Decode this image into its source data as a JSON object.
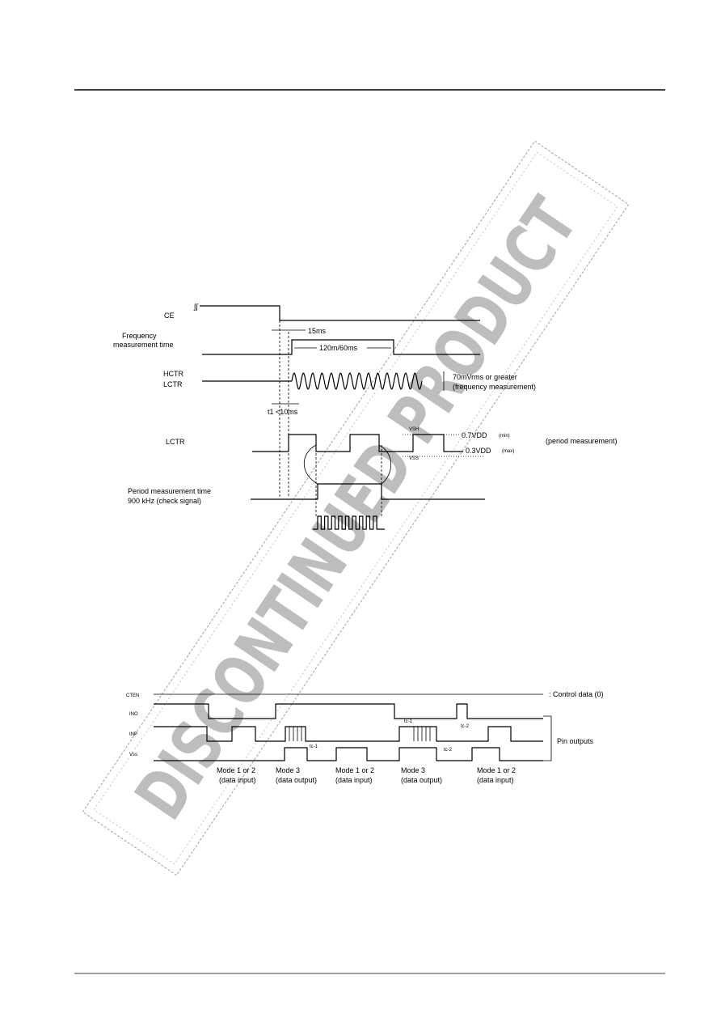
{
  "watermark": {
    "text": "DISCONTINUED PRODUCT"
  },
  "timing_top": {
    "ce": "CE",
    "freq_time_1": "Frequency",
    "freq_time_2": "measurement time",
    "t_15ms": "15ms",
    "t_120": "120m/60ms",
    "hctr": "HCTR",
    "lctr": "LCTR",
    "amp_1": "70mVrms or greater",
    "amp_2": "(frequency measurement)",
    "t1": "t1 <10ms",
    "lctr2": "LCTR",
    "vsh": "VSH",
    "vss": "VSS",
    "v_min": "0.7VDD",
    "min": "(min)",
    "v_max": "0.3VDD",
    "max": "(max)",
    "period": "(period measurement)",
    "pmt_1": "Period measurement time",
    "pmt_2": "900 kHz (check signal)"
  },
  "timing_bottom": {
    "cten": "CTEN",
    "ino": "INO",
    "inp": "INP",
    "vss": "Vss",
    "control": ": Control data (0)",
    "pin_outputs": "Pin outputs",
    "m1a": "Mode 1 or 2",
    "m1a_sub": "(data input)",
    "m3a": "Mode 3",
    "m3a_sub": "(data output)",
    "m1b": "Mode 1 or 2",
    "m1b_sub": "(data input)",
    "m3b": "Mode 3",
    "m3b_sub": "(data output)",
    "m1c": "Mode 1 or 2",
    "m1c_sub": "(data input)",
    "tc1": "tc-1",
    "tc2": "tc-2",
    "tc3": "tc-1",
    "tc4": "tc-2"
  }
}
